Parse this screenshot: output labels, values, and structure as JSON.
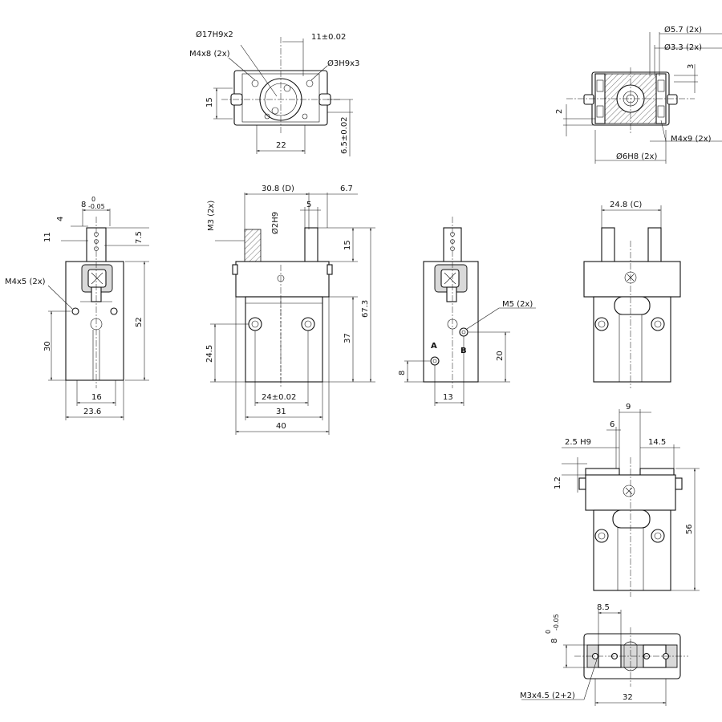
{
  "top_view": {
    "d17": "Ø17H9x2",
    "m4x8": "M4x8 (2x)",
    "w11": "11±0.02",
    "d3": "Ø3H9x3",
    "h15": "15",
    "w22": "22",
    "h65": "6.5±0.02"
  },
  "top_right_view": {
    "d57": "Ø5.7 (2x)",
    "d33": "Ø3.3 (2x)",
    "v3": "3",
    "v2": "2",
    "m4x9": "M4x9 (2x)",
    "d6": "Ø6H8 (2x)"
  },
  "left_view": {
    "w8": "8",
    "tol_up": "0",
    "tol_low": "-0.05",
    "v4": "4",
    "v11": "11",
    "v75": "7.5",
    "m4x5": "M4x5 (2x)",
    "v52": "52",
    "v30": "30",
    "w16": "16",
    "w236": "23.6"
  },
  "front_view": {
    "w308": "30.8 (D)",
    "w67": "6.7",
    "m3": "M3 (2x)",
    "d2": "Ø2H9",
    "w5": "5",
    "h15": "15",
    "h673": "67.3",
    "h37": "37",
    "h245": "24.5",
    "w24": "24±0.02",
    "w31": "31",
    "w40": "40"
  },
  "side_view": {
    "m5": "M5 (2x)",
    "port_a": "A",
    "port_b": "B",
    "h8": "8",
    "h20": "20",
    "w13": "13"
  },
  "back_view": {
    "w248": "24.8 (C)"
  },
  "open_view": {
    "w9": "9",
    "w6": "6",
    "w25": "2.5 H9",
    "w145": "14.5",
    "h12": "1.2",
    "h56": "56"
  },
  "bottom_view": {
    "w85": "8.5",
    "h8": "8",
    "tol_up": "0",
    "tol_low": "-0.05",
    "m3x45": "M3x4.5 (2+2)",
    "w32": "32"
  }
}
